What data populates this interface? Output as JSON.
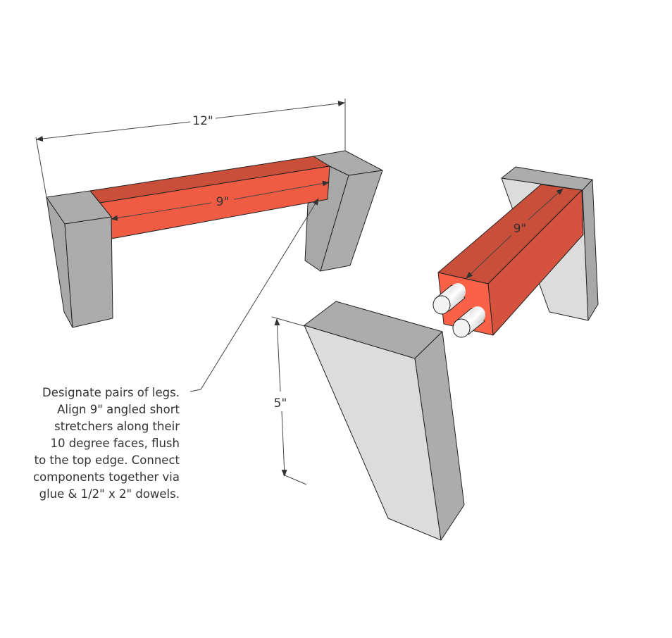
{
  "colors": {
    "stretcher_top": "#c94f3a",
    "stretcher_front": "#ef5c43",
    "stretcher_end": "#fa6248",
    "stretcher_side": "#d4523e",
    "leg_top": "#acacac",
    "leg_side": "#a8a8a8",
    "leg_face": "#dcdcdc",
    "dowel": "#f4f4f4"
  },
  "dimensions": {
    "overall_length": "12\"",
    "stretcher_length_left": "9\"",
    "stretcher_length_right": "9\"",
    "leg_height": "5\""
  },
  "note": {
    "lines": [
      "Designate pairs of legs.",
      "Align 9\" angled short",
      "stretchers along their",
      "10 degree faces, flush",
      "to the top edge. Connect",
      "components together via",
      "glue & 1/2\" x 2\" dowels."
    ]
  }
}
